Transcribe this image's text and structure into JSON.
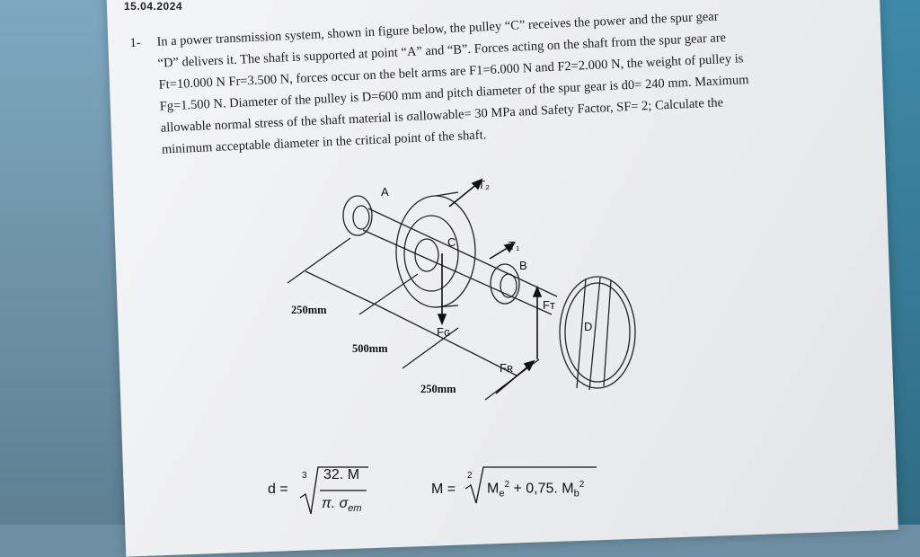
{
  "header": {
    "date": "15.04.2024"
  },
  "problem": {
    "number": "1-",
    "lines": [
      "In a power transmission system, shown in figure below, the pulley “C” receives the power and the spur gear",
      "“D” delivers it. The shaft is supported at point “A” and “B”. Forces acting on the shaft from the spur gear are",
      "Ft=10.000 N Fr=3.500 N, forces occur on the belt arms are F1=6.000 N and F2=2.000 N, the weight of pulley is",
      "Fg=1.500 N. Diameter of the pulley is D=600 mm and pitch diameter of the spur gear is d0= 240 mm. Maximum",
      "allowable normal stress of the shaft material is σallowable= 30 MPa and Safety Factor, SF= 2; Calculate the",
      "minimum acceptable diameter in the critical point of the shaft."
    ]
  },
  "figure": {
    "labels": {
      "A": "A",
      "B": "B",
      "C": "C",
      "D": "D",
      "T2": "T₂",
      "T1": "T₁",
      "FT": "Fᴛ",
      "FG": "Fɢ",
      "FR": "Fʀ"
    },
    "dimensions": [
      "250mm",
      "500mm",
      "250mm"
    ]
  },
  "formulas": {
    "diameter": {
      "lhs": "d =",
      "root_index": "3",
      "numerator": "32. M",
      "denominator": "π. σ",
      "denominator_sub": "em"
    },
    "moment": {
      "lhs": "M =",
      "root_index": "2",
      "term1": "M",
      "term1_sub": "e",
      "term1_sup": "2",
      "term2": "+ 0,75. M",
      "term2_sub": "b",
      "term2_sup": "2"
    }
  }
}
